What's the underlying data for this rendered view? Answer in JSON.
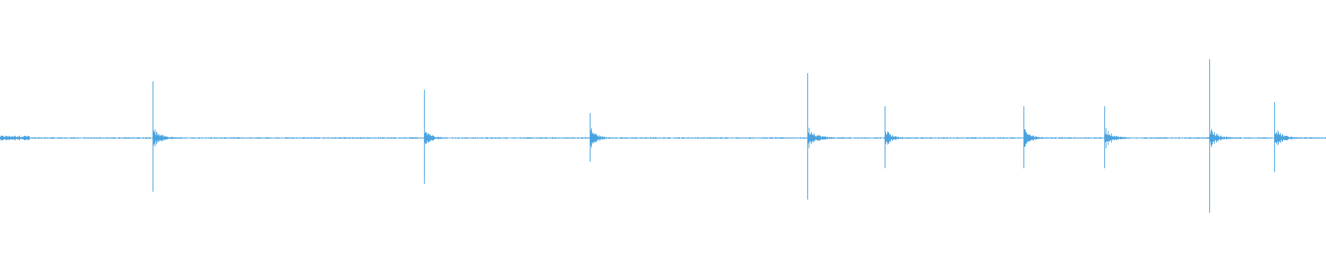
{
  "colors": {
    "waveform": "#4aa3df",
    "background": "#ffffff"
  },
  "chart_data": {
    "type": "line",
    "title": "",
    "xlabel": "",
    "ylabel": "",
    "xlim": [
      0,
      1
    ],
    "ylim": [
      -1,
      1
    ],
    "grid": false,
    "legend": "none",
    "baseline_amplitude": 0.004,
    "series": [
      {
        "transients": [
          {
            "x": 0.115,
            "amplitude": 0.41,
            "decay": 0.012
          },
          {
            "x": 0.32,
            "amplitude": 0.35,
            "decay": 0.01
          },
          {
            "x": 0.445,
            "amplitude": 0.18,
            "decay": 0.01
          },
          {
            "x": 0.609,
            "amplitude": 0.47,
            "decay": 0.014
          },
          {
            "x": 0.667,
            "amplitude": 0.23,
            "decay": 0.01
          },
          {
            "x": 0.772,
            "amplitude": 0.23,
            "decay": 0.01
          },
          {
            "x": 0.833,
            "amplitude": 0.23,
            "decay": 0.012
          },
          {
            "x": 0.912,
            "amplitude": 0.57,
            "decay": 0.012
          },
          {
            "x": 0.961,
            "amplitude": 0.26,
            "decay": 0.012
          }
        ]
      }
    ]
  }
}
